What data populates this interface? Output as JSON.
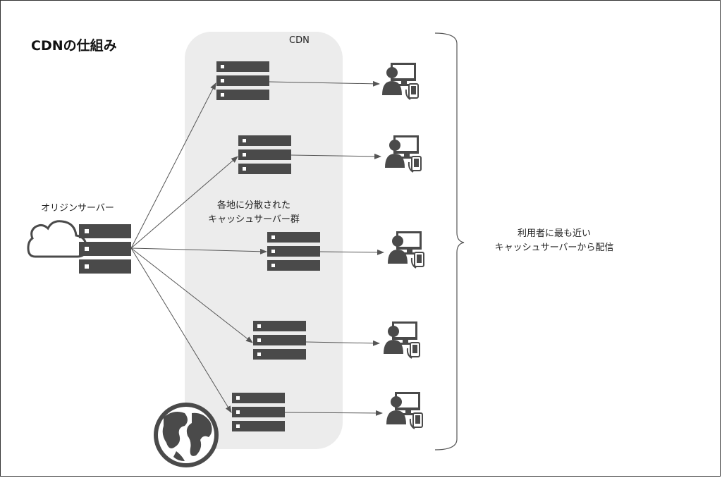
{
  "title": "CDNの仕組み",
  "cdn_label": "CDN",
  "origin_label": "オリジンサーバー",
  "distributed_label": {
    "line1": "各地に分散された",
    "line2": "キャッシュサーバー群"
  },
  "nearest_label": {
    "line1": "利用者に最も近い",
    "line2": "キャッシュサーバーから配信"
  },
  "colors": {
    "server": "#4a4a4a",
    "cdn_region": "#ececec",
    "lines": "#555555"
  },
  "icons": [
    "cloud-icon",
    "server-icon",
    "user-computer-icon",
    "globe-icon"
  ]
}
